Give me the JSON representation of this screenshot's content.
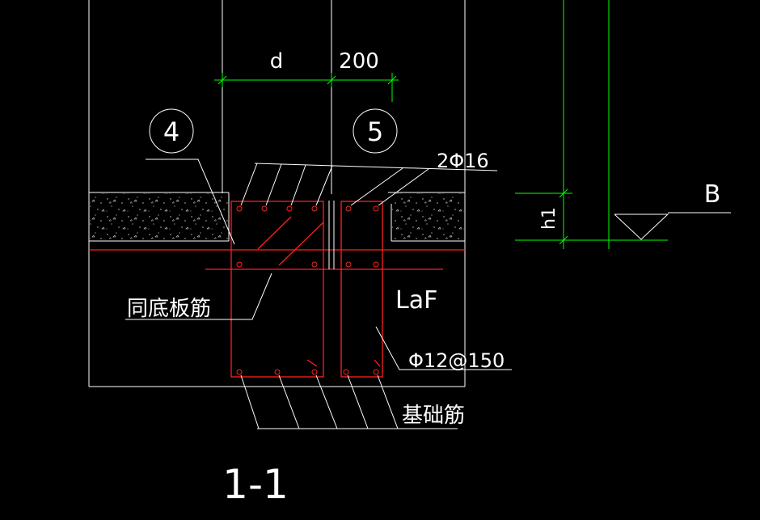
{
  "drawing": {
    "section_title": "1-1",
    "dimensions": {
      "d_label": "d",
      "offset_label": "200",
      "h1_label": "h1"
    },
    "axes": {
      "axis_4": "4",
      "axis_5": "5"
    },
    "labels": {
      "top_rebar": "2Φ16",
      "bottom_slab_rebar": "同底板筋",
      "anchorage": "LaF",
      "stirrup": "Φ12@150",
      "foundation_rebar": "基础筋",
      "elevation_mark": "B"
    },
    "colors": {
      "background": "#000000",
      "outline": "#ffffff",
      "rebar": "#ff2020",
      "dimension": "#00ff00"
    }
  }
}
